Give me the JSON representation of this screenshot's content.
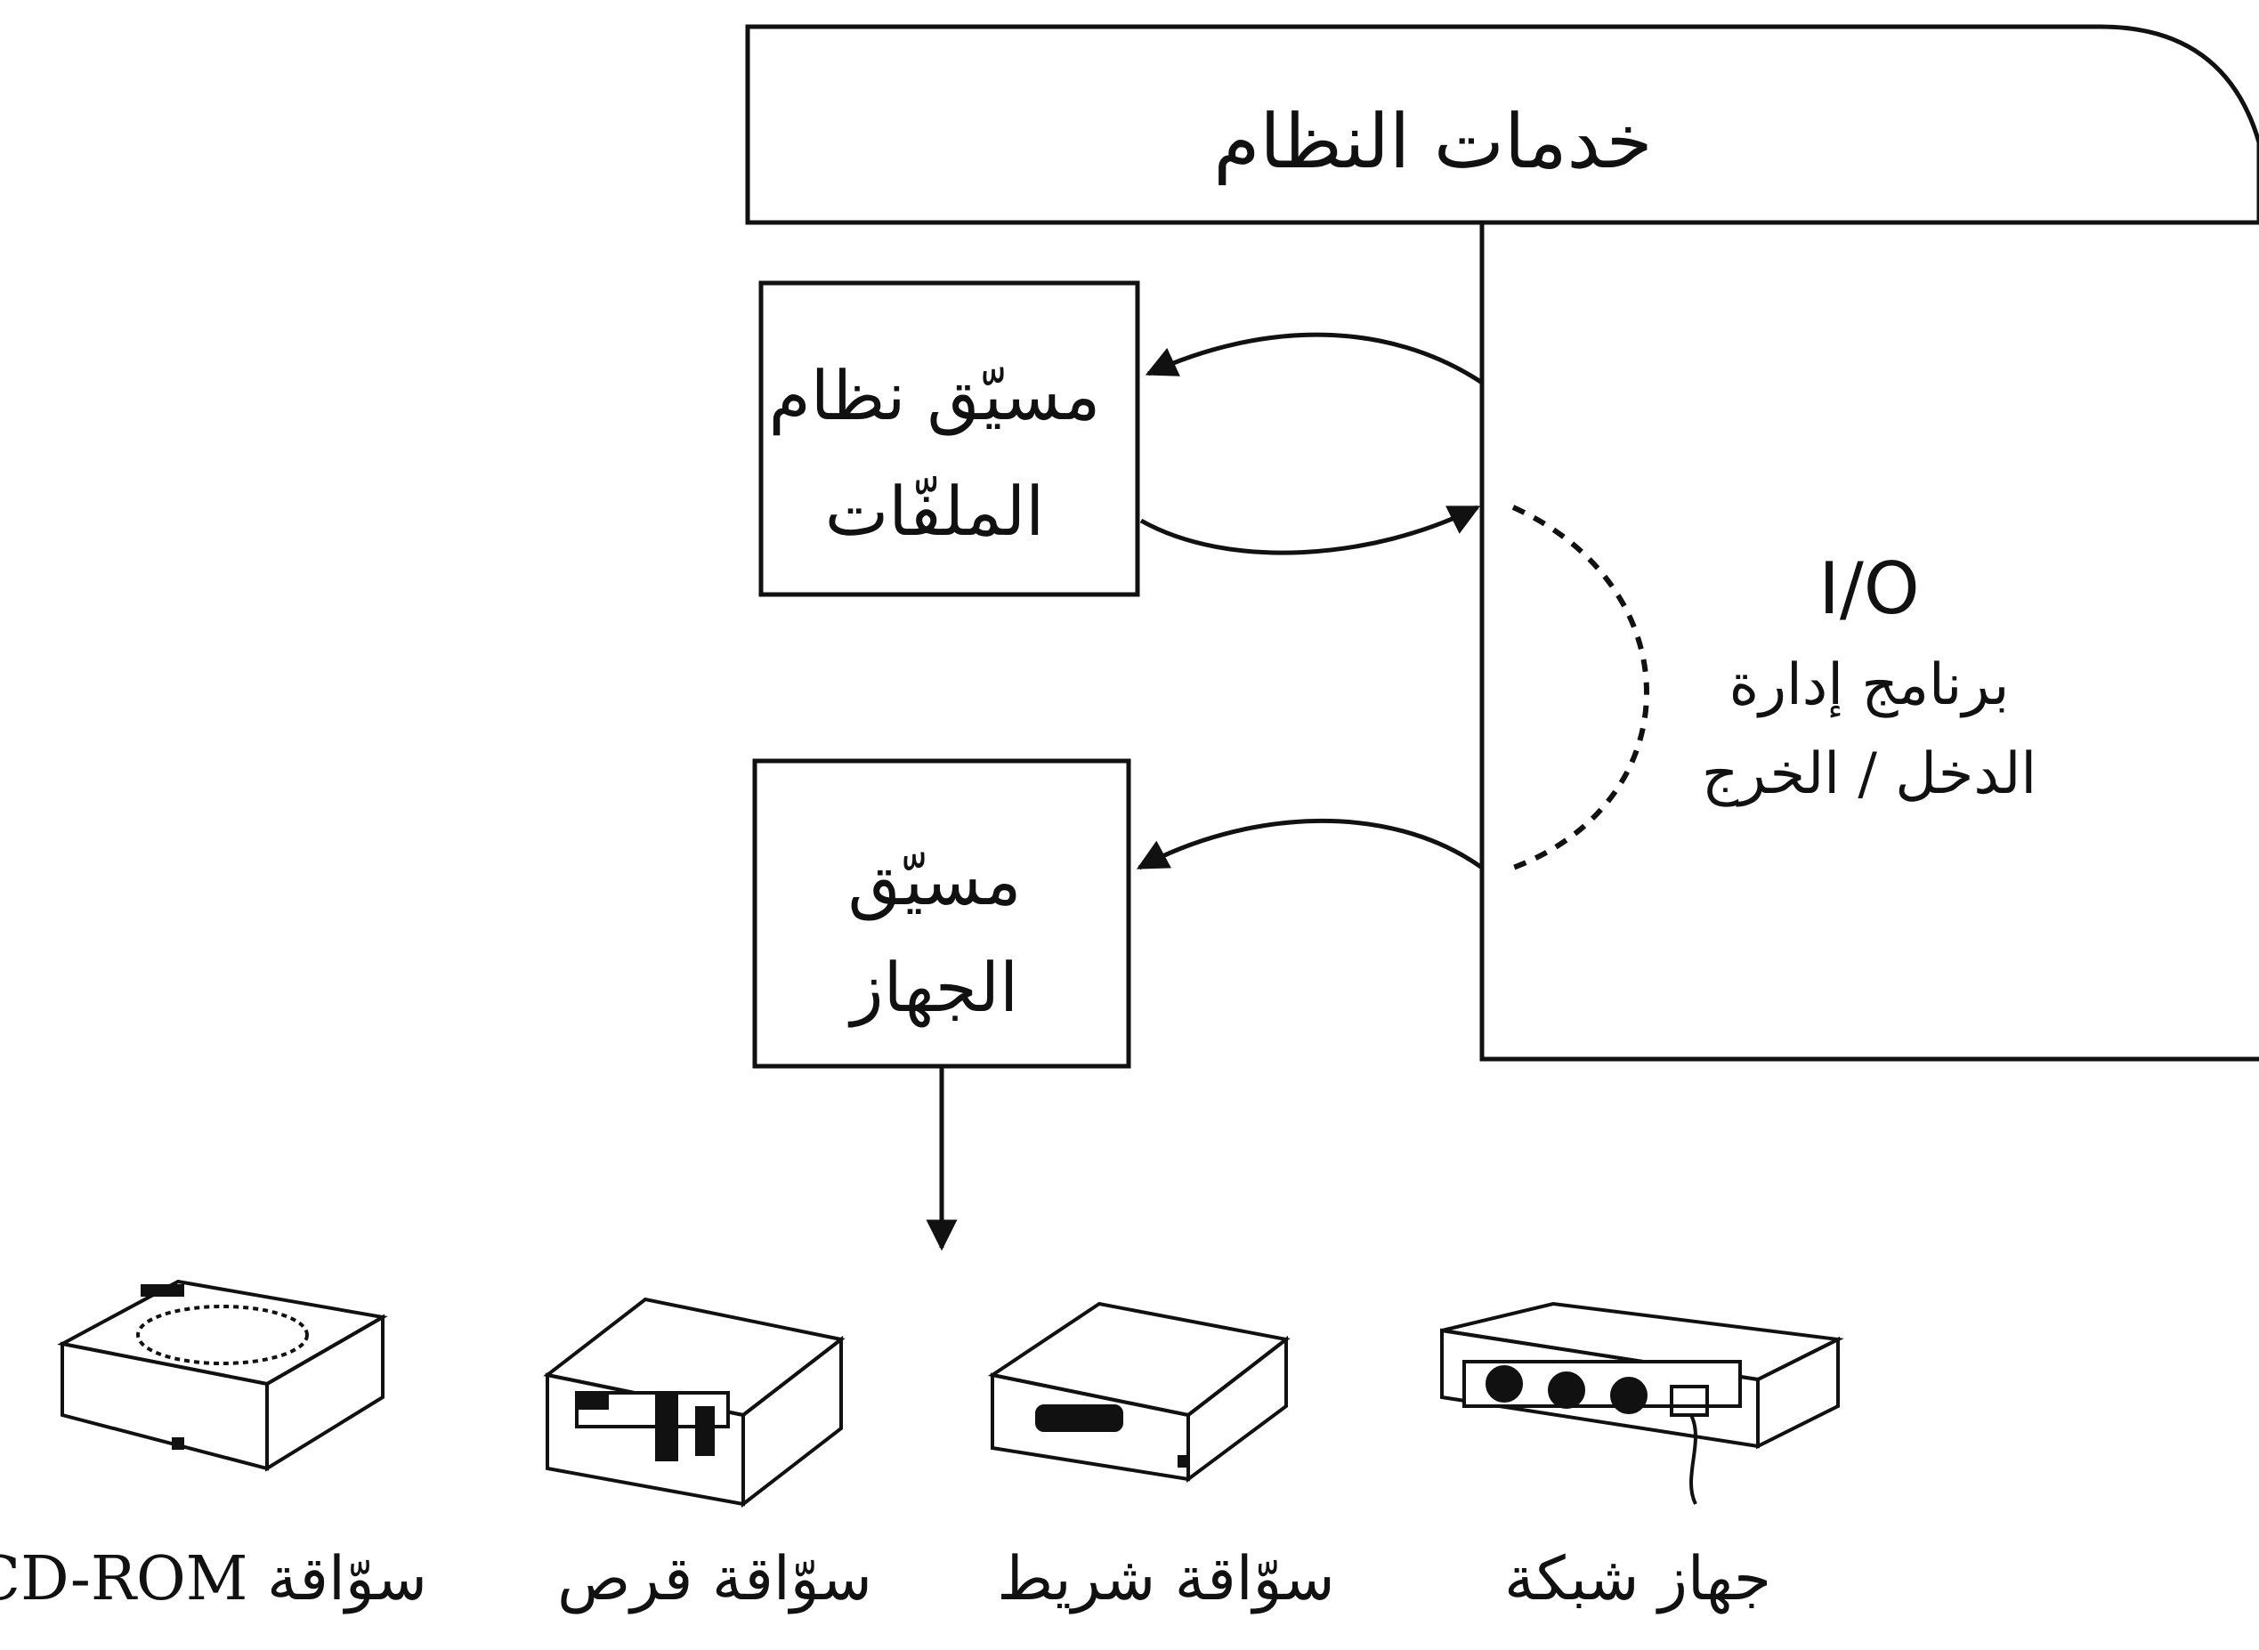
{
  "system_services": "خدمات النظام",
  "io_manager": {
    "code": "I/O",
    "line1": "برنامج إدارة",
    "line2": "الدخل / الخرج"
  },
  "file_system_driver": {
    "line1": "مسيّق نظام",
    "line2": "الملفّات"
  },
  "device_driver": {
    "line1": "مسيّق",
    "line2": "الجهاز"
  },
  "devices": [
    {
      "label": "سوّاقة CD-ROM",
      "icon": "cd-rom-drive-icon"
    },
    {
      "label": "سوّاقة قرص",
      "icon": "disk-drive-icon"
    },
    {
      "label": "سوّاقة شريط",
      "icon": "tape-drive-icon"
    },
    {
      "label": "جهاز شبكة",
      "icon": "network-device-icon"
    }
  ]
}
